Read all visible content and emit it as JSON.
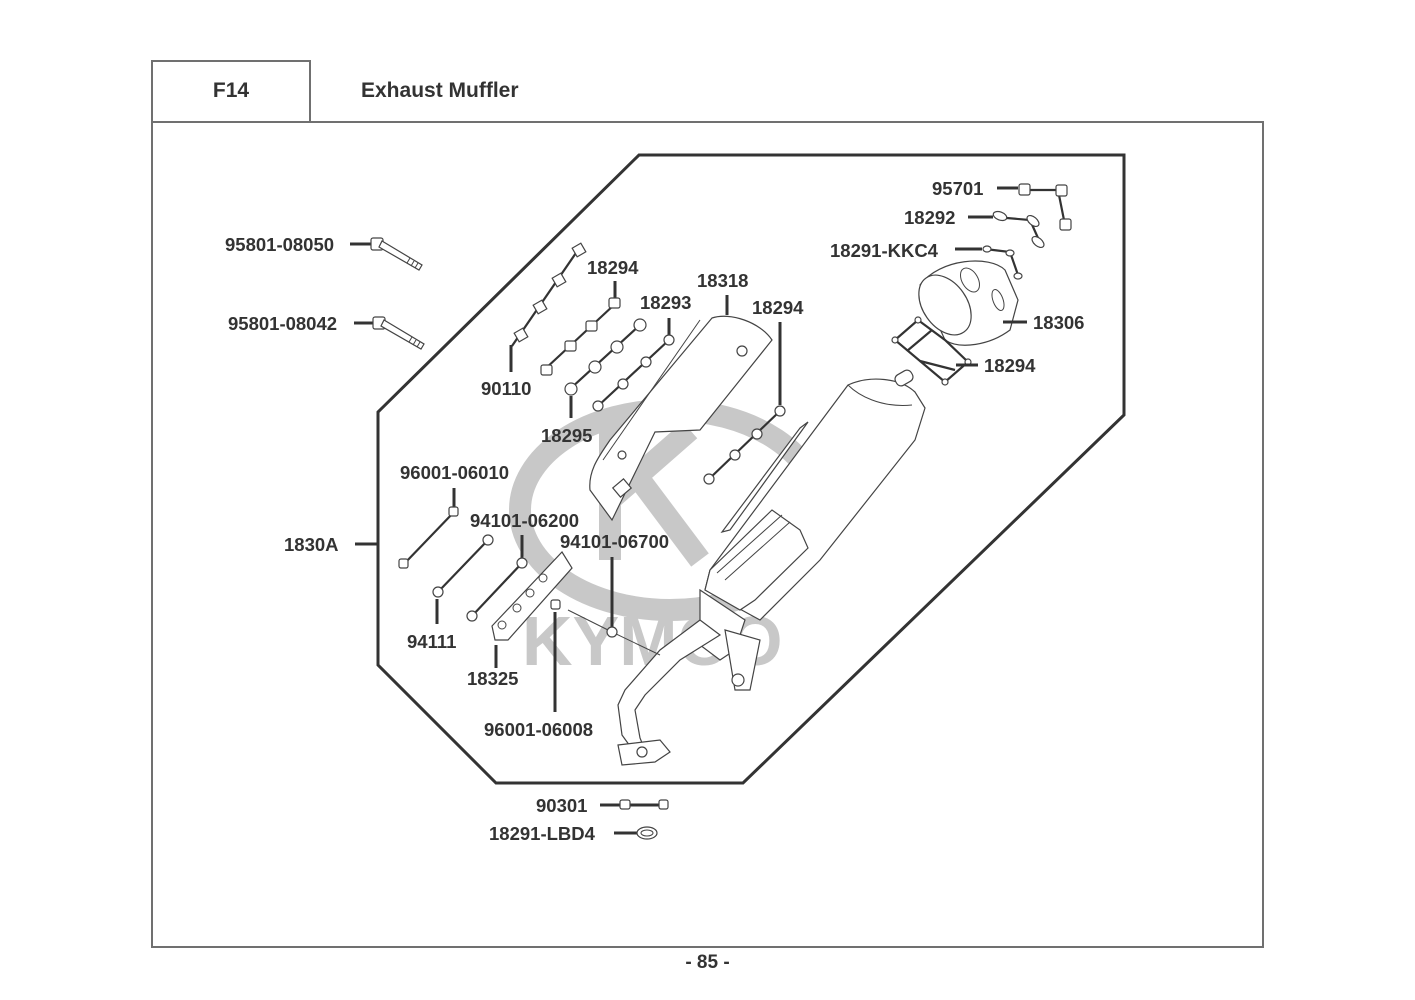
{
  "header": {
    "section_code": "F14",
    "section_title": "Exhaust Muffler"
  },
  "watermark": {
    "brand": "KYMCO",
    "color": "#c8c8c8"
  },
  "assembly_label": "1830A",
  "parts": [
    {
      "id": "p1",
      "number": "95801-08050"
    },
    {
      "id": "p2",
      "number": "95801-08042"
    },
    {
      "id": "p3",
      "number": "18294"
    },
    {
      "id": "p4",
      "number": "18318"
    },
    {
      "id": "p5",
      "number": "18293"
    },
    {
      "id": "p6",
      "number": "18294"
    },
    {
      "id": "p7",
      "number": "90110"
    },
    {
      "id": "p8",
      "number": "18295"
    },
    {
      "id": "p9",
      "number": "95701"
    },
    {
      "id": "p10",
      "number": "18292"
    },
    {
      "id": "p11",
      "number": "18291-KKC4"
    },
    {
      "id": "p12",
      "number": "18306"
    },
    {
      "id": "p13",
      "number": "18294"
    },
    {
      "id": "p14",
      "number": "96001-06010"
    },
    {
      "id": "p15",
      "number": "94101-06200"
    },
    {
      "id": "p16",
      "number": "94101-06700"
    },
    {
      "id": "p17",
      "number": "94111"
    },
    {
      "id": "p18",
      "number": "18325"
    },
    {
      "id": "p19",
      "number": "96001-06008"
    },
    {
      "id": "p20",
      "number": "90301"
    },
    {
      "id": "p21",
      "number": "18291-LBD4"
    }
  ],
  "footer": {
    "page_number": "- 85 -"
  }
}
